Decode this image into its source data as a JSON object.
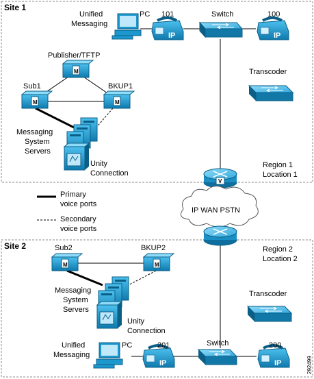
{
  "site1": {
    "title": "Site 1",
    "unified_messaging": [
      "Unified",
      "Messaging"
    ],
    "pc": "PC",
    "phone1": "101",
    "phone2": "100",
    "switch": "Switch",
    "publisher": "Publisher/TFTP",
    "sub": "Sub1",
    "bkup": "BKUP1",
    "messaging_servers": [
      "Messaging",
      "System",
      "Servers"
    ],
    "unity": [
      "Unity",
      "Connection"
    ],
    "transcoder": "Transcoder",
    "region": [
      "Region 1",
      "Location 1"
    ]
  },
  "legend": {
    "primary": [
      "Primary",
      "voice ports"
    ],
    "secondary": [
      "Secondary",
      "voice ports"
    ]
  },
  "wan": {
    "cloud": "IP WAN PSTN",
    "router_mark": "V"
  },
  "site2": {
    "title": "Site 2",
    "sub": "Sub2",
    "bkup": "BKUP2",
    "messaging_servers": [
      "Messaging",
      "System",
      "Servers"
    ],
    "unity": [
      "Unity",
      "Connection"
    ],
    "transcoder": "Transcoder",
    "region": [
      "Region 2",
      "Location 2"
    ],
    "unified_messaging": [
      "Unified",
      "Messaging"
    ],
    "pc": "PC",
    "phone1": "201",
    "phone2": "200",
    "switch": "Switch"
  },
  "icon_text": {
    "ip": "IP",
    "m": "M"
  },
  "figure_id": "292499",
  "colors": {
    "device": "#1a9fd9",
    "device_dark": "#0b6c99",
    "site_border": "#777777"
  }
}
